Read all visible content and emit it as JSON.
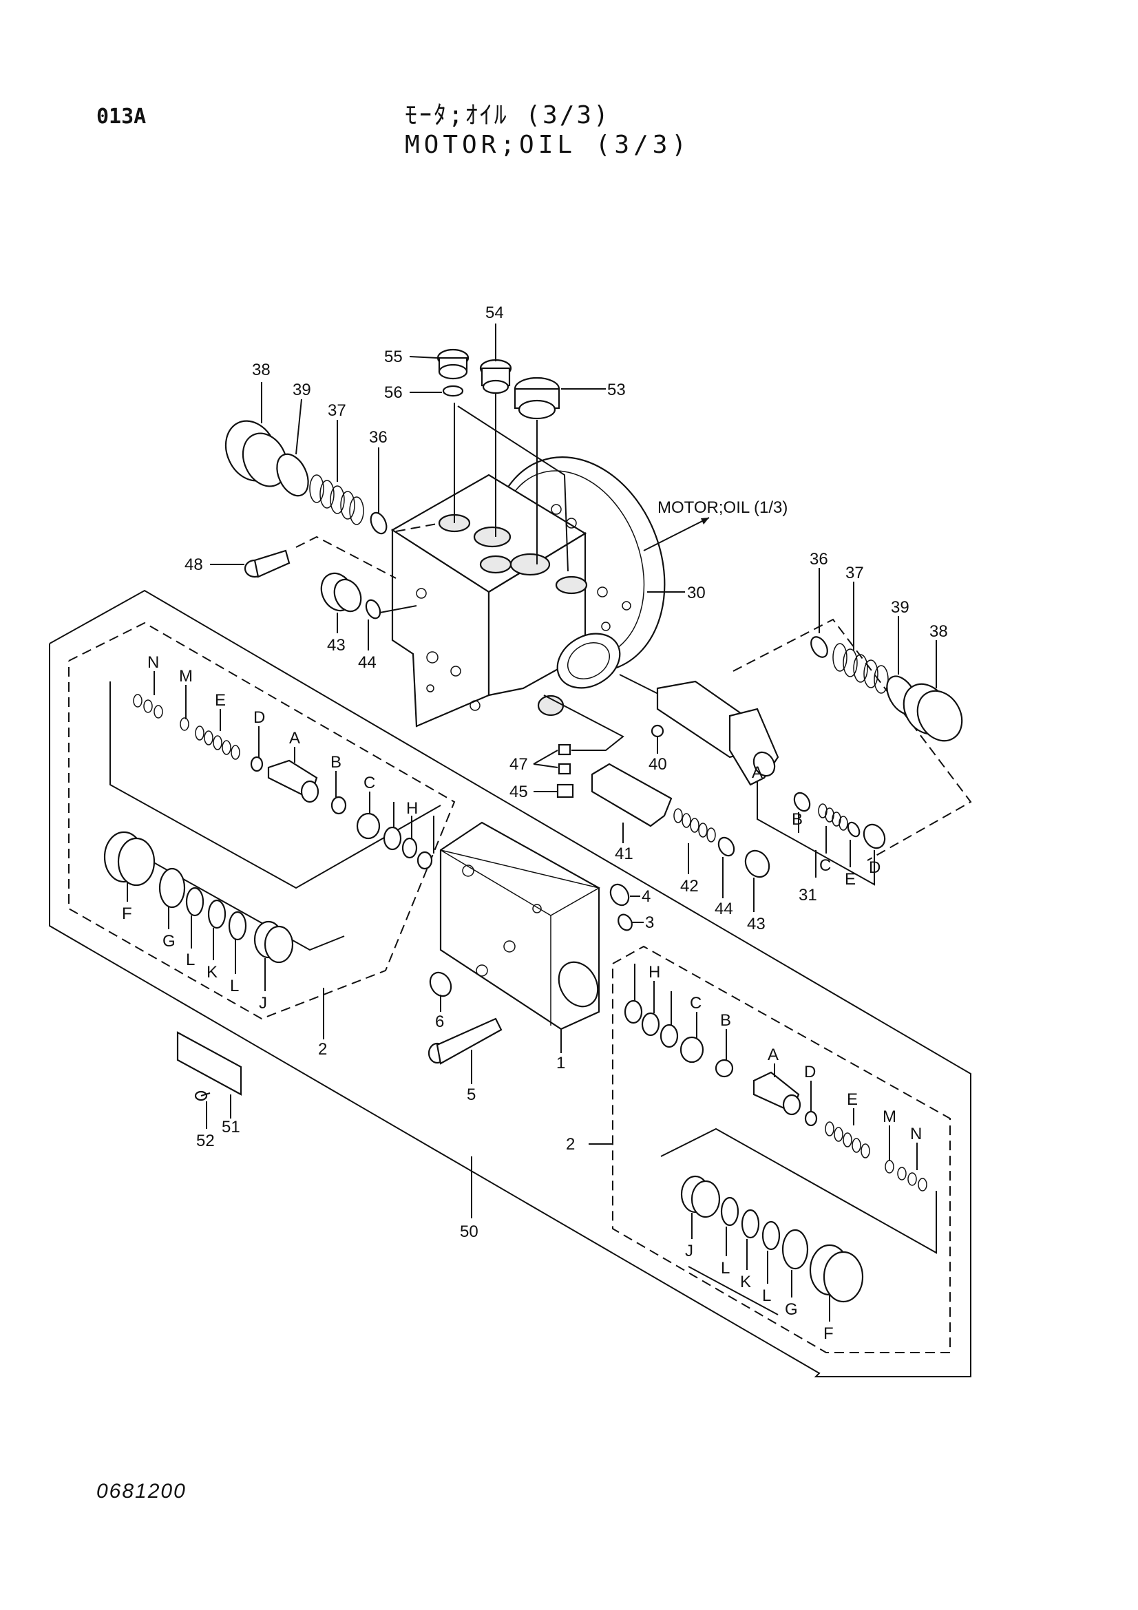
{
  "header": {
    "page_code": "013A",
    "title_jp": "ﾓｰﾀ;ｵｲﾙ (3/3)",
    "title_en": "MOTOR;OIL (3/3)"
  },
  "reference": "MOTOR;OIL (1/3)",
  "doc_number": "0681200",
  "labels": {
    "p1": "1",
    "p2a": "2",
    "p2b": "2",
    "p3": "3",
    "p4": "4",
    "p5": "5",
    "p6": "6",
    "p30": "30",
    "p31": "31",
    "p36a": "36",
    "p36b": "36",
    "p37a": "37",
    "p37b": "37",
    "p38a": "38",
    "p38b": "38",
    "p39a": "39",
    "p39b": "39",
    "p40": "40",
    "p41": "41",
    "p42": "42",
    "p43a": "43",
    "p43b": "43",
    "p44a": "44",
    "p44b": "44",
    "p45": "45",
    "p47": "47",
    "p48": "48",
    "p50": "50",
    "p51": "51",
    "p52": "52",
    "p53": "53",
    "p54": "54",
    "p55": "55",
    "p56": "56",
    "lA1": "A",
    "lB1": "B",
    "lC1": "C",
    "lD1": "D",
    "lE1": "E",
    "lF1": "F",
    "lG1": "G",
    "lH1": "H",
    "lJ1": "J",
    "lK1": "K",
    "lL1a": "L",
    "lL1b": "L",
    "lM1": "M",
    "lN1": "N",
    "lA2": "A",
    "lB2": "B",
    "lC2": "C",
    "lD2": "D",
    "lE2": "E",
    "lF2": "F",
    "lG2": "G",
    "lH2": "H",
    "lJ2": "J",
    "lK2": "K",
    "lL2a": "L",
    "lL2b": "L",
    "lM2": "M",
    "lN2": "N",
    "lA3": "A",
    "lB3": "B",
    "lC3": "C",
    "lD3": "D",
    "lE3": "E"
  }
}
